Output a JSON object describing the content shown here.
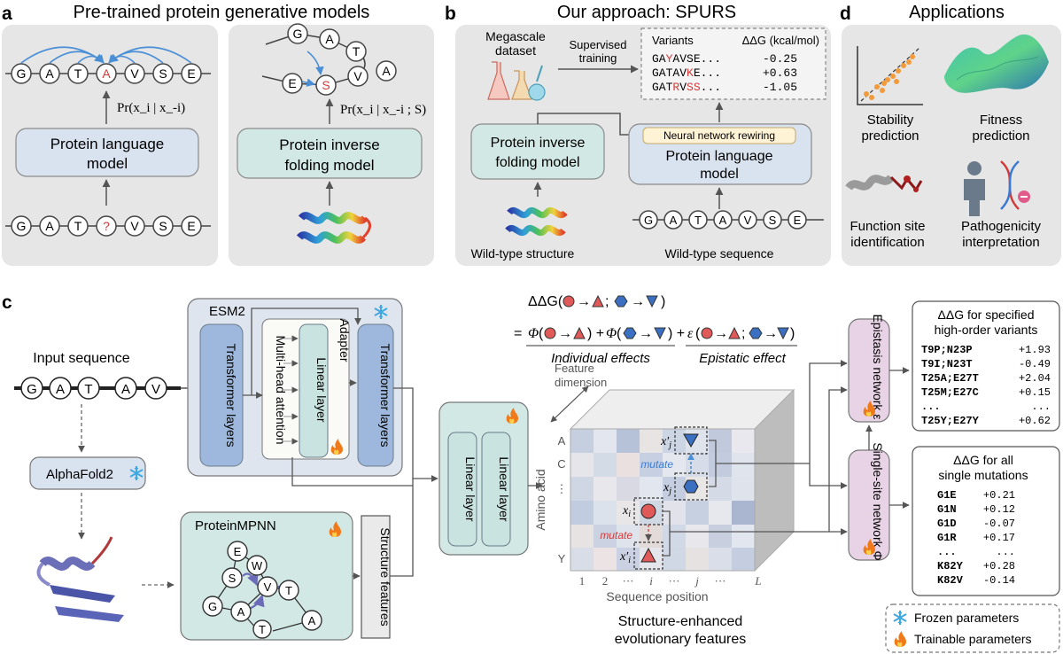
{
  "panel_a": {
    "letter": "a",
    "title": "Pre-trained protein generative models",
    "seq_top": [
      "G",
      "A",
      "T",
      "A",
      "V",
      "S",
      "E"
    ],
    "seq_bottom": [
      "G",
      "A",
      "T",
      "?",
      "V",
      "S",
      "E"
    ],
    "prob_left": "Pr(x_i | x_-i)",
    "prob_right": "Pr(x_i | x_-i ; S)",
    "plm_line1": "Protein language",
    "plm_line2": "model",
    "pif_line1": "Protein inverse",
    "pif_line2": "folding model",
    "ring_letters": [
      "G",
      "A",
      "T",
      "E",
      "S",
      "V",
      "A"
    ]
  },
  "panel_b": {
    "letter": "b",
    "title": "Our approach: SPURS",
    "dataset_line1": "Megascale",
    "dataset_line2": "dataset",
    "supervised_line1": "Supervised",
    "supervised_line2": "training",
    "table_header_variants": "Variants",
    "table_header_ddg": "ΔΔG (kcal/mol)",
    "rows": [
      {
        "pre": "GA",
        "mut": "Y",
        "post": "AVSE...",
        "val": "-0.25"
      },
      {
        "pre": "GATAV",
        "mut": "K",
        "post": "E...",
        "val": "+0.63"
      },
      {
        "pre": "GAT",
        "mut": "R",
        "post": "V",
        "mut2": "SS",
        "post2": "...",
        "val": "-1.05"
      }
    ],
    "pif_line1": "Protein inverse",
    "pif_line2": "folding model",
    "nn_rewiring": "Neural network rewiring",
    "plm_line1": "Protein language",
    "plm_line2": "model",
    "wt_structure": "Wild-type structure",
    "wt_sequence": "Wild-type sequence",
    "seq": [
      "G",
      "A",
      "T",
      "A",
      "V",
      "S",
      "E"
    ]
  },
  "panel_d": {
    "letter": "d",
    "title": "Applications",
    "app1_line1": "Stability",
    "app1_line2": "prediction",
    "app2_line1": "Fitness",
    "app2_line2": "prediction",
    "app3_line1": "Function site",
    "app3_line2": "identification",
    "app4_line1": "Pathogenicity",
    "app4_line2": "interpretation"
  },
  "panel_c": {
    "letter": "c",
    "input_sequence": "Input sequence",
    "seq": [
      "G",
      "A",
      "T",
      "A",
      "V"
    ],
    "esm2": "ESM2",
    "transformer_layers": "Transformer layers",
    "multihead": "Multi-head attention",
    "adapter": "Adapter",
    "linear_layer": "Linear layer",
    "alphafold": "AlphaFold2",
    "proteinmpnn": "ProteinMPNN",
    "mpnn_nodes": [
      "E",
      "W",
      "S",
      "V",
      "T",
      "G",
      "A",
      "T",
      "A"
    ],
    "structure_features": "Structure features",
    "equation_top": "ΔΔG(",
    "phi": "Φ",
    "epsilon": "ε",
    "individual_effects": "Individual effects",
    "epistatic_effect": "Epistatic effect",
    "feature_dimension_line1": "Feature",
    "feature_dimension_line2": "dimension",
    "amino_acid": "Amino acid",
    "sequence_position": "Sequence position",
    "aa_ticks": [
      "A",
      "C",
      "⋮",
      "Y"
    ],
    "pos_ticks": [
      "1",
      "2",
      "···",
      "i",
      "···",
      "j",
      "···",
      "L"
    ],
    "mutate": "mutate",
    "caption_line1": "Structure-enhanced",
    "caption_line2": "evolutionary features",
    "epistasis_net": "Epistasis network ε",
    "singlesite_net": "Single-site network Φ",
    "high_order_title1": "ΔΔG for specified",
    "high_order_title2": "high-order variants",
    "high_order": [
      {
        "v": "T9P;N23P",
        "d": "+1.93"
      },
      {
        "v": "T9I;N23T",
        "d": "-0.49"
      },
      {
        "v": "T25A;E27T",
        "d": "+2.04"
      },
      {
        "v": "T25M;E27C",
        "d": "+0.15"
      },
      {
        "v": "...",
        "d": "..."
      },
      {
        "v": "T25Y;E27Y",
        "d": "+0.62"
      }
    ],
    "single_title1": "ΔΔG for all",
    "single_title2": "single mutations",
    "single": [
      {
        "v": "G1E",
        "d": "+0.21"
      },
      {
        "v": "G1N",
        "d": "+0.12"
      },
      {
        "v": "G1D",
        "d": "-0.07"
      },
      {
        "v": "G1R",
        "d": "+0.17"
      },
      {
        "v": "...",
        "d": "..."
      },
      {
        "v": "K82Y",
        "d": "+0.28"
      },
      {
        "v": "K82V",
        "d": "-0.14"
      }
    ],
    "legend_frozen": "Frozen parameters",
    "legend_trainable": "Trainable parameters"
  },
  "colors": {
    "panel_bg": "#e6e6e6",
    "plm_fill": "#d9e2ef",
    "pif_fill": "#d2e8e4",
    "esm_fill": "#dfe5ee",
    "transformer_fill": "#9db8dc",
    "linear_fill": "#c9e3e0",
    "net_fill": "#e8d3e6",
    "mutation_red": "#d23a3a",
    "snow_blue": "#3fa8e0",
    "flame": "#f07a1a"
  }
}
